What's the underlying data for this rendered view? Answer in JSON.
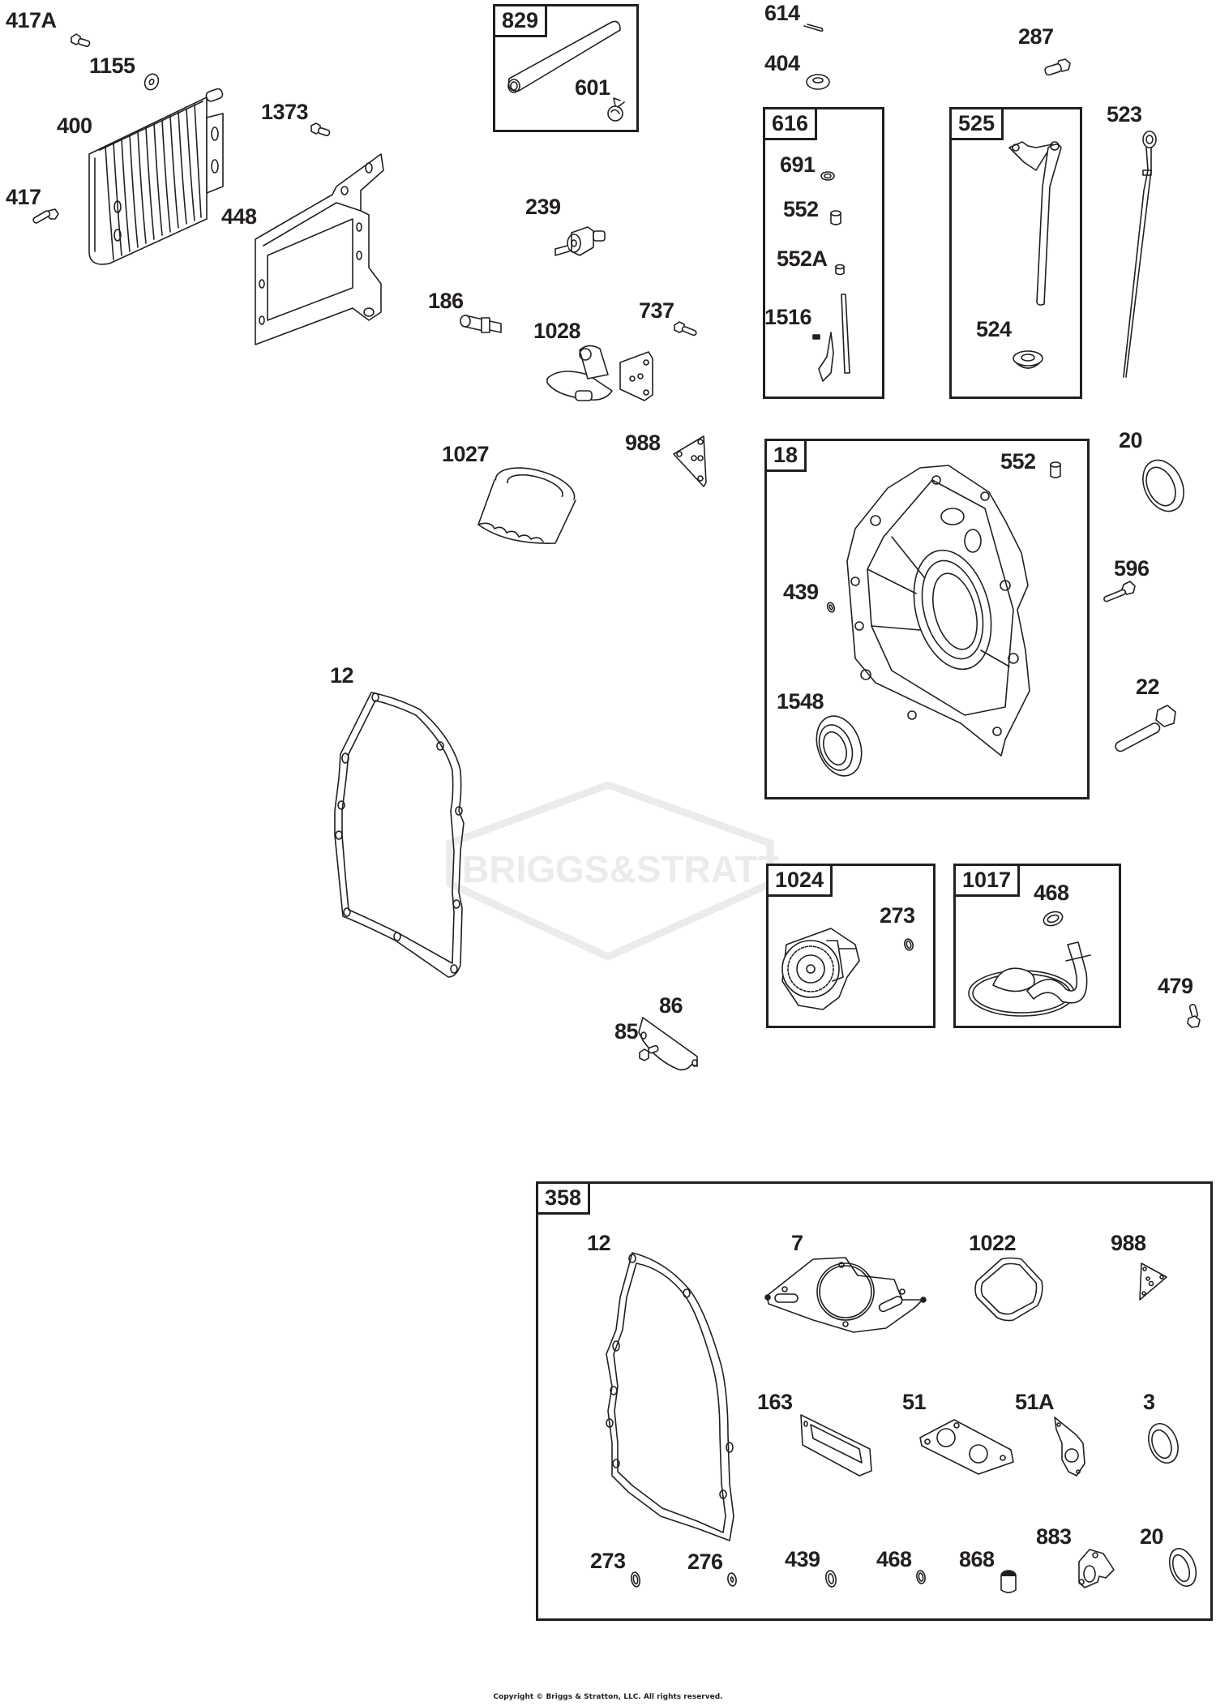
{
  "diagram": {
    "type": "exploded parts diagram",
    "watermark": "BRIGGS & STRATTON",
    "copyright": "Copyright © Briggs & Stratton, LLC. All rights reserved."
  },
  "callouts": {
    "c417A": "417A",
    "c1155": "1155",
    "c400": "400",
    "c1373": "1373",
    "c417": "417",
    "c448": "448",
    "c239": "239",
    "c186": "186",
    "c1028": "1028",
    "c737": "737",
    "c1027": "1027",
    "c988": "988",
    "c614": "614",
    "c404": "404",
    "c287": "287",
    "c523": "523",
    "c20": "20",
    "c596": "596",
    "c22": "22",
    "c12": "12",
    "c86": "86",
    "c85": "85",
    "c479": "479"
  },
  "kits": {
    "k829": {
      "tag": "829",
      "items": {
        "c601": "601"
      }
    },
    "k616": {
      "tag": "616",
      "items": {
        "c691": "691",
        "c552": "552",
        "c552A": "552A",
        "c1516": "1516"
      }
    },
    "k525": {
      "tag": "525",
      "items": {
        "c524": "524"
      }
    },
    "k18": {
      "tag": "18",
      "items": {
        "c552": "552",
        "c439": "439",
        "c1548": "1548"
      }
    },
    "k1024": {
      "tag": "1024",
      "items": {
        "c273": "273"
      }
    },
    "k1017": {
      "tag": "1017",
      "items": {
        "c468": "468"
      }
    },
    "k358": {
      "tag": "358",
      "items": {
        "c12": "12",
        "c7": "7",
        "c1022": "1022",
        "c988": "988",
        "c163": "163",
        "c51": "51",
        "c51A": "51A",
        "c3": "3",
        "c273": "273",
        "c276": "276",
        "c439": "439",
        "c468": "468",
        "c868": "868",
        "c883": "883",
        "c20": "20"
      }
    }
  }
}
